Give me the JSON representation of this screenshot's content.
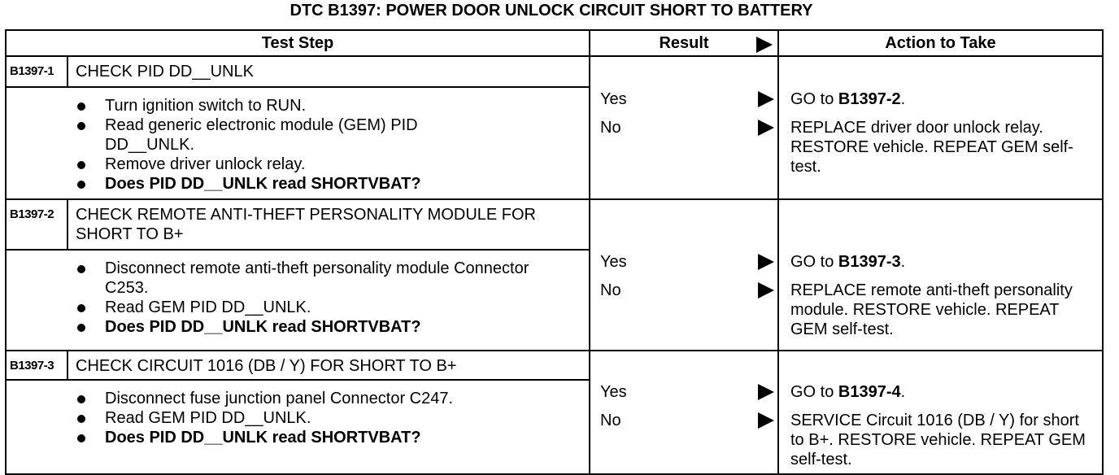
{
  "title": "DTC B1397: POWER DOOR UNLOCK CIRCUIT SHORT TO BATTERY",
  "headers": {
    "test_step": "Test Step",
    "result": "Result",
    "action": "Action to Take"
  },
  "steps": [
    {
      "id": "B1397-1",
      "title": "CHECK PID DD__UNLK",
      "bullets": [
        "Turn ignition switch to RUN.",
        "Read generic electronic module (GEM) PID DD__UNLK.",
        "Remove driver unlock relay."
      ],
      "question": "Does PID DD__UNLK read SHORTVBAT?",
      "yes": "Yes",
      "no": "No",
      "yes_action_prefix": "GO to ",
      "yes_action_target": "B1397-2",
      "yes_action_suffix": ".",
      "no_action": "REPLACE driver door unlock relay. RESTORE vehicle. REPEAT GEM self-test."
    },
    {
      "id": "B1397-2",
      "title": "CHECK REMOTE ANTI-THEFT PERSONALITY MODULE FOR SHORT TO B+",
      "bullets": [
        "Disconnect remote anti-theft personality module Connector C253.",
        "Read GEM PID DD__UNLK."
      ],
      "question": "Does PID DD__UNLK read SHORTVBAT?",
      "yes": "Yes",
      "no": "No",
      "yes_action_prefix": "GO to ",
      "yes_action_target": "B1397-3",
      "yes_action_suffix": ".",
      "no_action": "REPLACE remote anti-theft personality module. RESTORE vehicle. REPEAT GEM self-test."
    },
    {
      "id": "B1397-3",
      "title": "CHECK CIRCUIT 1016 (DB / Y) FOR SHORT TO B+",
      "bullets": [
        "Disconnect fuse junction panel Connector C247.",
        "Read GEM PID DD__UNLK."
      ],
      "question": "Does PID DD__UNLK read SHORTVBAT?",
      "yes": "Yes",
      "no": "No",
      "yes_action_prefix": "GO to ",
      "yes_action_target": "B1397-4",
      "yes_action_suffix": ".",
      "no_action": "SERVICE Circuit 1016 (DB / Y) for short to B+. RESTORE vehicle. REPEAT GEM self-test."
    }
  ]
}
